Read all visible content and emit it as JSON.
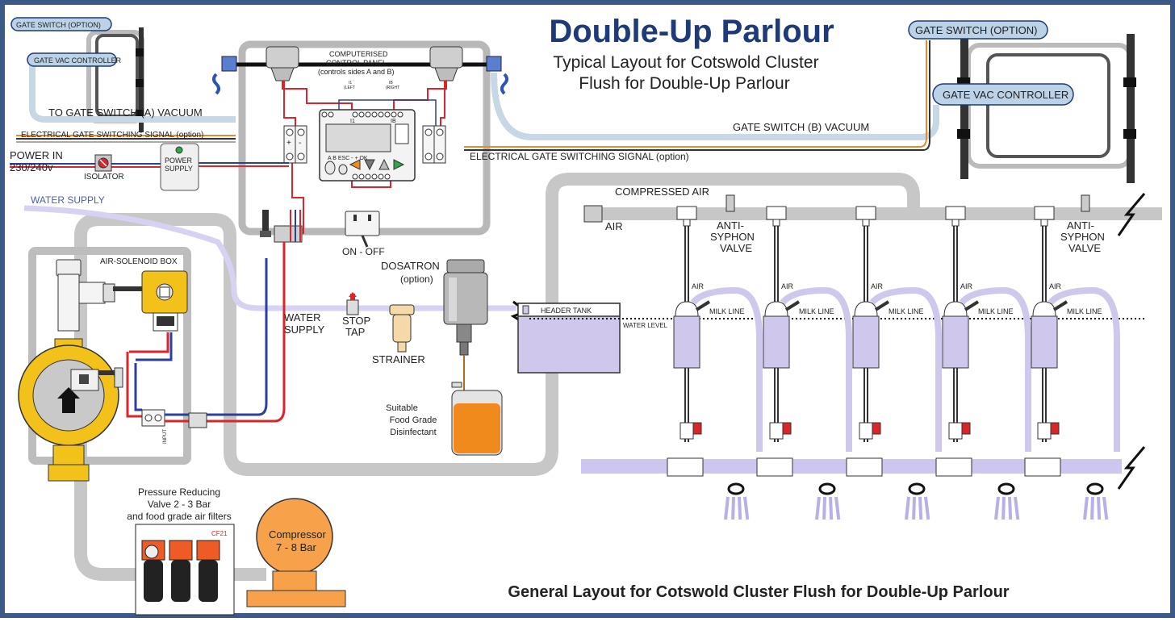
{
  "title": "Double-Up Parlour",
  "subtitle_line1": "Typical Layout for Cotswold Cluster",
  "subtitle_line2": "Flush for Double-Up Parlour",
  "footer": "General Layout for Cotswold Cluster Flush for Double-Up Parlour",
  "left_gate": {
    "switch": "GATE SWITCH (OPTION)",
    "controller": "GATE VAC CONTROLLER",
    "vacuum": "TO GATE SWITCH (A) VACUUM",
    "signal": "ELECTRICAL GATE SWITCHING SIGNAL (option)"
  },
  "right_gate": {
    "switch": "GATE  SWITCH (OPTION)",
    "controller": "GATE VAC CONTROLLER",
    "vacuum": "GATE SWITCH (B)  VACUUM",
    "signal": "ELECTRICAL GATE SWITCHING SIGNAL (option)"
  },
  "control_panel": {
    "line1": "COMPUTERISED",
    "line2": "CONTROL PANEL",
    "line3": "(controls sides A and B)",
    "left": "(LEFT",
    "right": "(RIGHT",
    "i1": "I1",
    "ib": "IB",
    "i1_top": "I1",
    "ib_top": "IB",
    "keys": "A   B   ESC  -   +   OK",
    "plus": "+",
    "minus": "-"
  },
  "power": {
    "in": "POWER IN",
    "voltage": "230/240v",
    "isolator": "ISOLATOR",
    "supply1": "POWER",
    "supply2": "SUPPLY"
  },
  "switch": "ON - OFF",
  "water_supply_top": "WATER  SUPPLY",
  "water_supply_1": "WATER",
  "water_supply_2": "SUPPLY",
  "stop_tap_1": "STOP",
  "stop_tap_2": "TAP",
  "strainer": "STRAINER",
  "dosatron_1": "DOSATRON",
  "dosatron_2": "(option)",
  "disinfectant": [
    "Suitable",
    "Food Grade",
    "Disinfectant"
  ],
  "air_solenoid": "AIR-SOLENOID BOX",
  "input": "INPUT",
  "compressed_air": "COMPRESSED AIR",
  "air": "AIR",
  "anti_syphon": [
    "ANTI-",
    "SYPHON",
    "VALVE"
  ],
  "header_tank": "HEADER TANK",
  "water_level": "WATER LEVEL",
  "station_air": "AIR",
  "milk_line": "MILK LINE",
  "prv": [
    "Pressure Reducing",
    "Valve 2 - 3 Bar",
    "and food grade air filters"
  ],
  "filter_code": "CF21",
  "compressor": [
    "Compressor",
    "7 - 8 Bar"
  ],
  "colors": {
    "border": "#3b5a88",
    "title": "#1f3a78",
    "pipe": "#c7c7c7",
    "water": "#cfc8ec",
    "red": "#d9262b",
    "blue": "#2c3f9b",
    "orange": "#f08a1c",
    "yellow": "#f2c21a"
  }
}
